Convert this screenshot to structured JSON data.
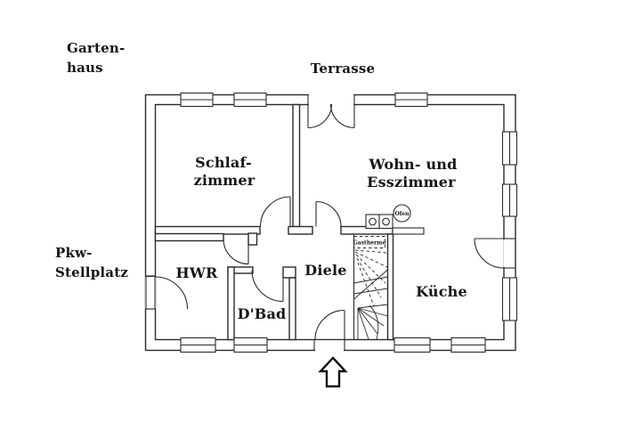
{
  "figure": {
    "type": "floor-plan",
    "colors": {
      "line": "#2b2b2b",
      "text": "#151515",
      "paper": "#ffffff"
    }
  },
  "outdoor": {
    "gartenhaus": {
      "line1": "Garten-",
      "line2": "haus"
    },
    "terrasse": "Terrasse",
    "pkw_stellplatz": {
      "line1": "Pkw-",
      "line2": "Stellplatz"
    }
  },
  "rooms": {
    "schlafzimmer": {
      "line1": "Schlaf-",
      "line2": "zimmer"
    },
    "wohn_esszimmer": {
      "line1": "Wohn- und",
      "line2": "Esszimmer"
    },
    "hwr": "HWR",
    "dbad": "D'Bad",
    "diele": "Diele",
    "kueche": "Küche"
  },
  "fixtures": {
    "ofen": "Ofen",
    "gastherme": "Gastherme"
  }
}
